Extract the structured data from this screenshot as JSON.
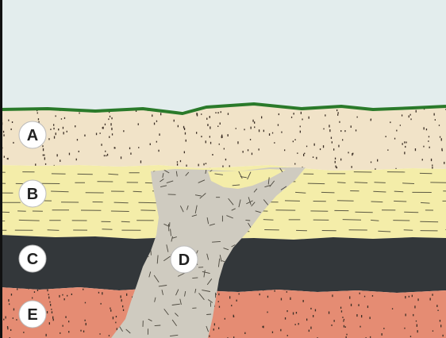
{
  "colors": {
    "sky": "#e3eded",
    "grass": "#2a7a2a",
    "layer_a": "#f1e3c8",
    "layer_b": "#f4eda9",
    "layer_c": "#33373a",
    "layer_d": "#cfcbc0",
    "layer_e": "#e58c73",
    "frame": "#111111",
    "dash": "#5d5a43",
    "speckle": "#3b2e25",
    "label_bg": "#ffffff",
    "label_text": "#222222"
  },
  "labels": {
    "a": "A",
    "b": "B",
    "c": "C",
    "d": "D",
    "e": "E"
  }
}
